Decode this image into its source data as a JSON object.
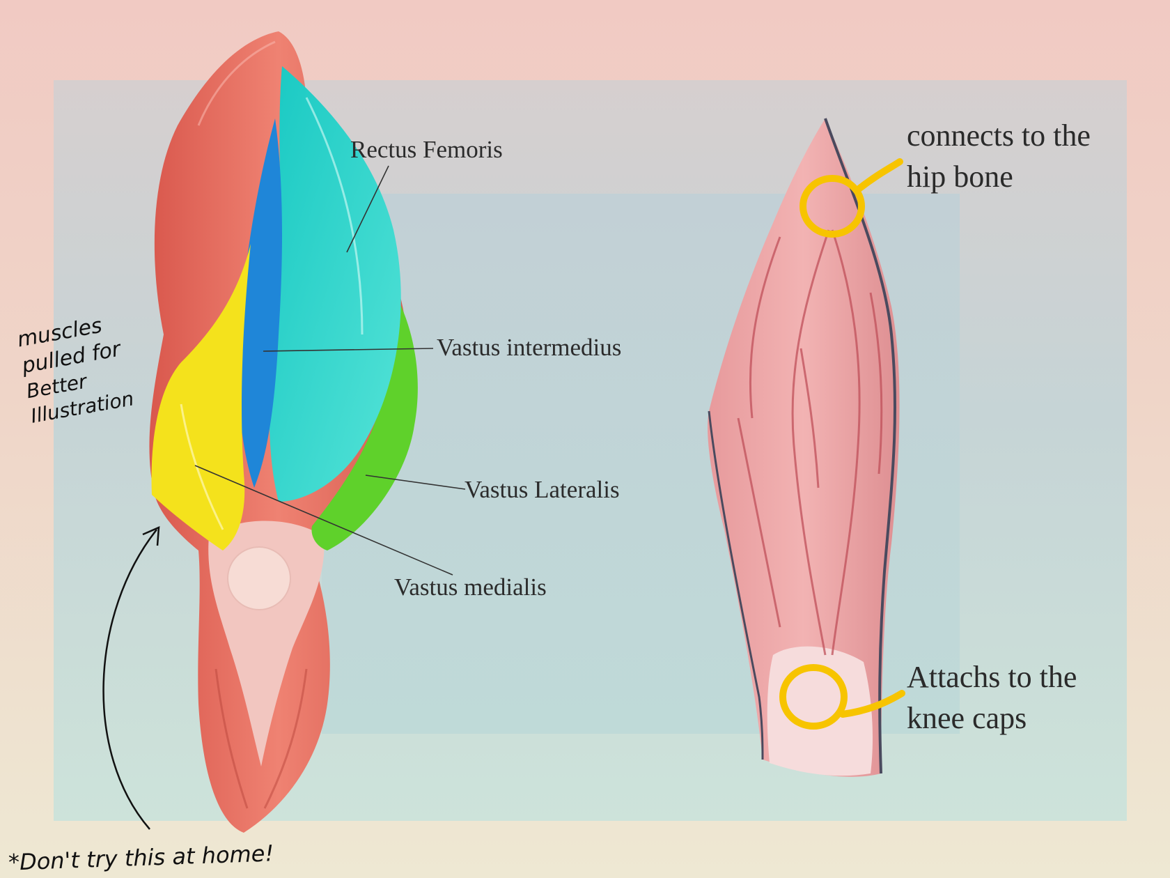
{
  "labels": {
    "rectus_femoris": "Rectus Femoris",
    "vastus_intermedius": "Vastus intermedius",
    "vastus_lateralis": "Vastus Lateralis",
    "vastus_medialis": "Vastus medialis"
  },
  "callouts": {
    "hip_line1": "connects to the",
    "hip_line2": "hip bone",
    "knee_line1": "Attachs to the",
    "knee_line2": "knee caps"
  },
  "handwritten": {
    "note_line1": "muscles",
    "note_line2": "pulled for",
    "note_line3": "Better",
    "note_line4": "Illustration",
    "warning": "*Don't try this at home!"
  },
  "colors": {
    "background": "#f1cac3",
    "rectus_femoris": "#2fd8c9",
    "vastus_intermedius": "#1f86d8",
    "vastus_lateralis": "#5fd12b",
    "vastus_medialis": "#f4e21c",
    "muscle_red": "#e66f5f",
    "callout_circle": "#f7c400"
  }
}
